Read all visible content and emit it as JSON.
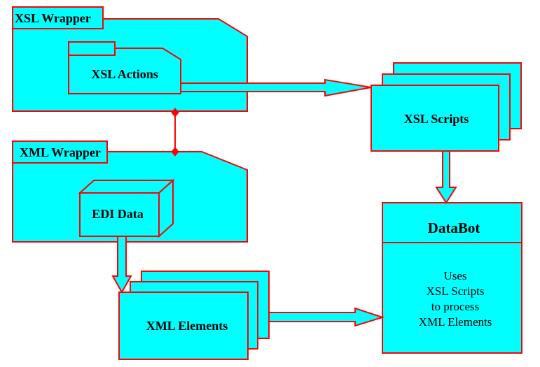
{
  "colors": {
    "fill": "#00ffff",
    "stroke": "#ff0000",
    "text": "#000000",
    "background": "#ffffff"
  },
  "packages": {
    "xsl_wrapper": "XSL Wrapper",
    "xml_wrapper": "XML Wrapper"
  },
  "nodes": {
    "xsl_actions": "XSL Actions",
    "edi_data": "EDI Data",
    "xsl_scripts": "XSL Scripts",
    "xml_elements": "XML Elements"
  },
  "databot": {
    "title": "DataBot",
    "body_lines": [
      "Uses",
      "XSL Scripts",
      "to process",
      "XML Elements"
    ]
  }
}
